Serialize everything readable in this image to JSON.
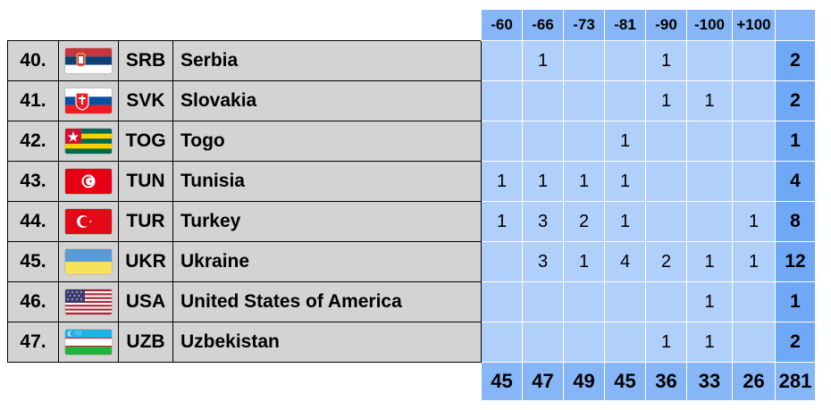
{
  "columns": [
    "-60",
    "-66",
    "-73",
    "-81",
    "-90",
    "-100",
    "+100"
  ],
  "rows": [
    {
      "rank": "40.",
      "code": "SRB",
      "name": "Serbia",
      "flag": "serbia-flag-icon",
      "cells": [
        "",
        "1",
        "",
        "",
        "1",
        "",
        ""
      ],
      "total": "2"
    },
    {
      "rank": "41.",
      "code": "SVK",
      "name": "Slovakia",
      "flag": "slovakia-flag-icon",
      "cells": [
        "",
        "",
        "",
        "",
        "1",
        "1",
        ""
      ],
      "total": "2"
    },
    {
      "rank": "42.",
      "code": "TOG",
      "name": "Togo",
      "flag": "togo-flag-icon",
      "cells": [
        "",
        "",
        "",
        "1",
        "",
        "",
        ""
      ],
      "total": "1"
    },
    {
      "rank": "43.",
      "code": "TUN",
      "name": "Tunisia",
      "flag": "tunisia-flag-icon",
      "cells": [
        "1",
        "1",
        "1",
        "1",
        "",
        "",
        ""
      ],
      "total": "4"
    },
    {
      "rank": "44.",
      "code": "TUR",
      "name": "Turkey",
      "flag": "turkey-flag-icon",
      "cells": [
        "1",
        "3",
        "2",
        "1",
        "",
        "",
        "1"
      ],
      "total": "8"
    },
    {
      "rank": "45.",
      "code": "UKR",
      "name": "Ukraine",
      "flag": "ukraine-flag-icon",
      "cells": [
        "",
        "3",
        "1",
        "4",
        "2",
        "1",
        "1"
      ],
      "total": "12"
    },
    {
      "rank": "46.",
      "code": "USA",
      "name": "United States of America",
      "flag": "usa-flag-icon",
      "cells": [
        "",
        "",
        "",
        "",
        "",
        "1",
        ""
      ],
      "total": "1"
    },
    {
      "rank": "47.",
      "code": "UZB",
      "name": "Uzbekistan",
      "flag": "uzbekistan-flag-icon",
      "cells": [
        "",
        "",
        "",
        "",
        "1",
        "1",
        ""
      ],
      "total": "2"
    }
  ],
  "totals": [
    "45",
    "47",
    "49",
    "45",
    "36",
    "33",
    "26"
  ],
  "grand_total": "281"
}
